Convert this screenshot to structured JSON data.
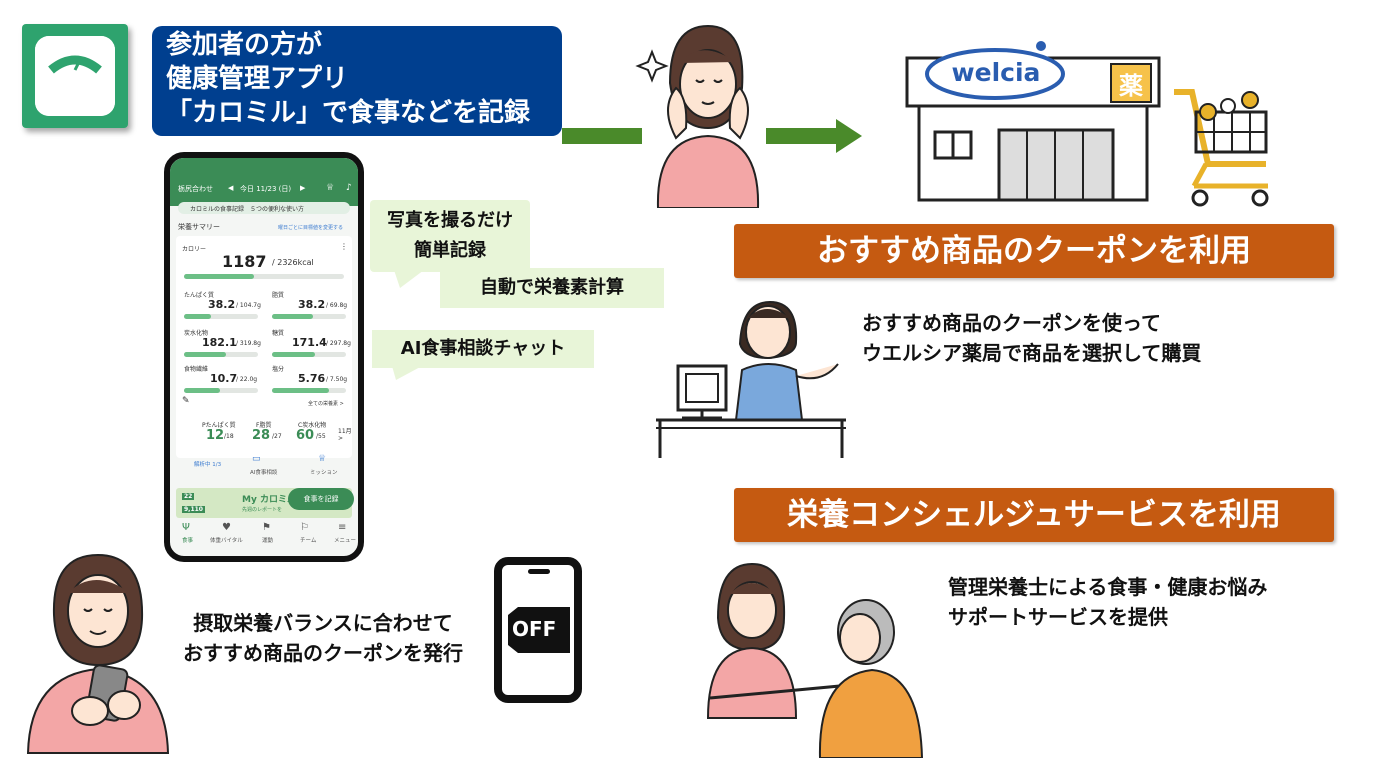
{
  "app_icon": {
    "label": "カロミル",
    "icon": "scale-gauge-icon"
  },
  "header": {
    "lines": [
      "参加者の方が",
      "健康管理アプリ",
      "「カロミル」で食事などを記録"
    ]
  },
  "store": {
    "logo": "welcia",
    "sign": "薬"
  },
  "phone": {
    "top_left": "栃尻合わせ",
    "date": "今日 11/23 (日)",
    "banner": "カロミルの食事記録　５つの便利な使い方",
    "section": "栄養サマリー",
    "section_link": "曜日ごとに目標値を変更する",
    "calorie_label": "カロリー",
    "calorie_value": "1187",
    "calorie_target": "/ 2326kcal",
    "nutrients": [
      {
        "name": "たんぱく質",
        "value": "38.2",
        "target": "/ 104.7g",
        "fill": 0.36
      },
      {
        "name": "脂質",
        "value": "38.2",
        "target": "/ 69.8g",
        "fill": 0.55
      },
      {
        "name": "炭水化物",
        "value": "182.1",
        "target": "/ 319.8g",
        "fill": 0.57
      },
      {
        "name": "糖質",
        "value": "171.4",
        "target": "/ 297.8g",
        "fill": 0.58
      },
      {
        "name": "食物繊維",
        "value": "10.7",
        "target": "/ 22.0g",
        "fill": 0.49
      },
      {
        "name": "塩分",
        "value": "5.76",
        "target": "/ 7.50g",
        "fill": 0.77
      }
    ],
    "all_nutrients": "全ての栄養素 >",
    "pfc": [
      {
        "label": "Pたんぱく質",
        "value": "12",
        "target": "/18"
      },
      {
        "label": "F脂質",
        "value": "28",
        "target": "/27"
      },
      {
        "label": "C炭水化物",
        "value": "60",
        "target": "/55"
      }
    ],
    "pfc_month": "11月 >",
    "tools": [
      "解析中 1/3",
      "AI食事相談",
      "ミッション"
    ],
    "promo_kcal": "22",
    "promo_sub": "9,110",
    "promo_title": "My カロミル",
    "promo_desc": "先週のレポートを",
    "record_button": "食事を記録",
    "tabbar": [
      "食事",
      "体重バイタル",
      "運動",
      "チーム",
      "メニュー"
    ]
  },
  "bubbles": [
    "写真を撮るだけ",
    "簡単記録",
    "自動で栄養素計算",
    "AI食事相談チャット"
  ],
  "coupon_banner": "おすすめ商品のクーポンを利用",
  "coupon_text": [
    "おすすめ商品のクーポンを使って",
    "ウエルシア薬局で商品を選択して購買"
  ],
  "concierge_banner": "栄養コンシェルジュサービスを利用",
  "concierge_text": [
    "管理栄養士による食事・健康お悩み",
    "サポートサービスを提供"
  ],
  "issue_text": [
    "摂取栄養バランスに合わせて",
    "おすすめ商品のクーポンを発行"
  ],
  "off_label": "OFF",
  "colors": {
    "header_blue": "#003f8f",
    "arrow_green": "#4a8a2a",
    "banner_orange": "#c55a11",
    "bubble_green": "#e8f5d8",
    "app_green": "#2ea36e"
  }
}
